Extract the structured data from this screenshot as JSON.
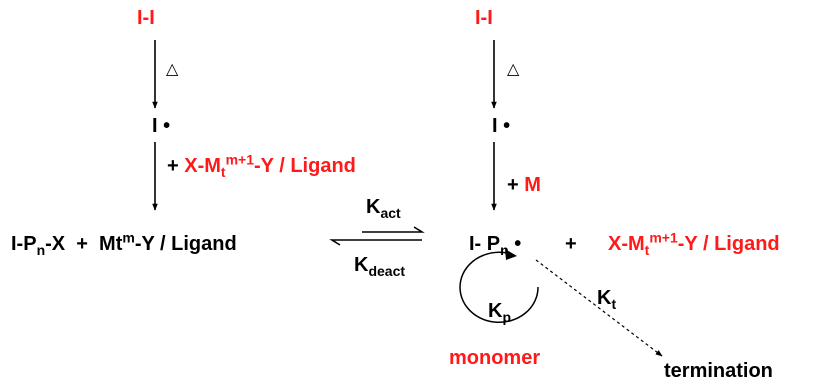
{
  "colors": {
    "red": "#ff1a1a",
    "black": "#000000"
  },
  "left_path": {
    "initiator": "I-I",
    "heat": "△",
    "radical": "I",
    "reagent": {
      "plus": "+",
      "pre": "X-M",
      "sub": "t",
      "sup": "m+1",
      "post": "-Y / Ligand"
    }
  },
  "right_path": {
    "initiator": "I-I",
    "heat": "△",
    "radical": "I",
    "plus": "+",
    "monomer": "M"
  },
  "dormant": {
    "a": "I-P",
    "a_sub": "n",
    "b": "-X  +  Mt",
    "b_sup": "m",
    "c": "-Y / Ligand"
  },
  "active": {
    "a": "I- P",
    "a_sub": "n"
  },
  "plus_sign": "+",
  "deactivator": {
    "pre": "X-M",
    "sub": "t",
    "sup": "m+1",
    "post": "-Y / Ligand"
  },
  "k_act": {
    "base": "K",
    "sub": "act"
  },
  "k_deact": {
    "base": "K",
    "sub": "deact"
  },
  "k_p": {
    "base": "K",
    "sub": "p"
  },
  "monomer_label": "monomer",
  "k_t": {
    "base": "K",
    "sub": "t"
  },
  "termination": "termination"
}
